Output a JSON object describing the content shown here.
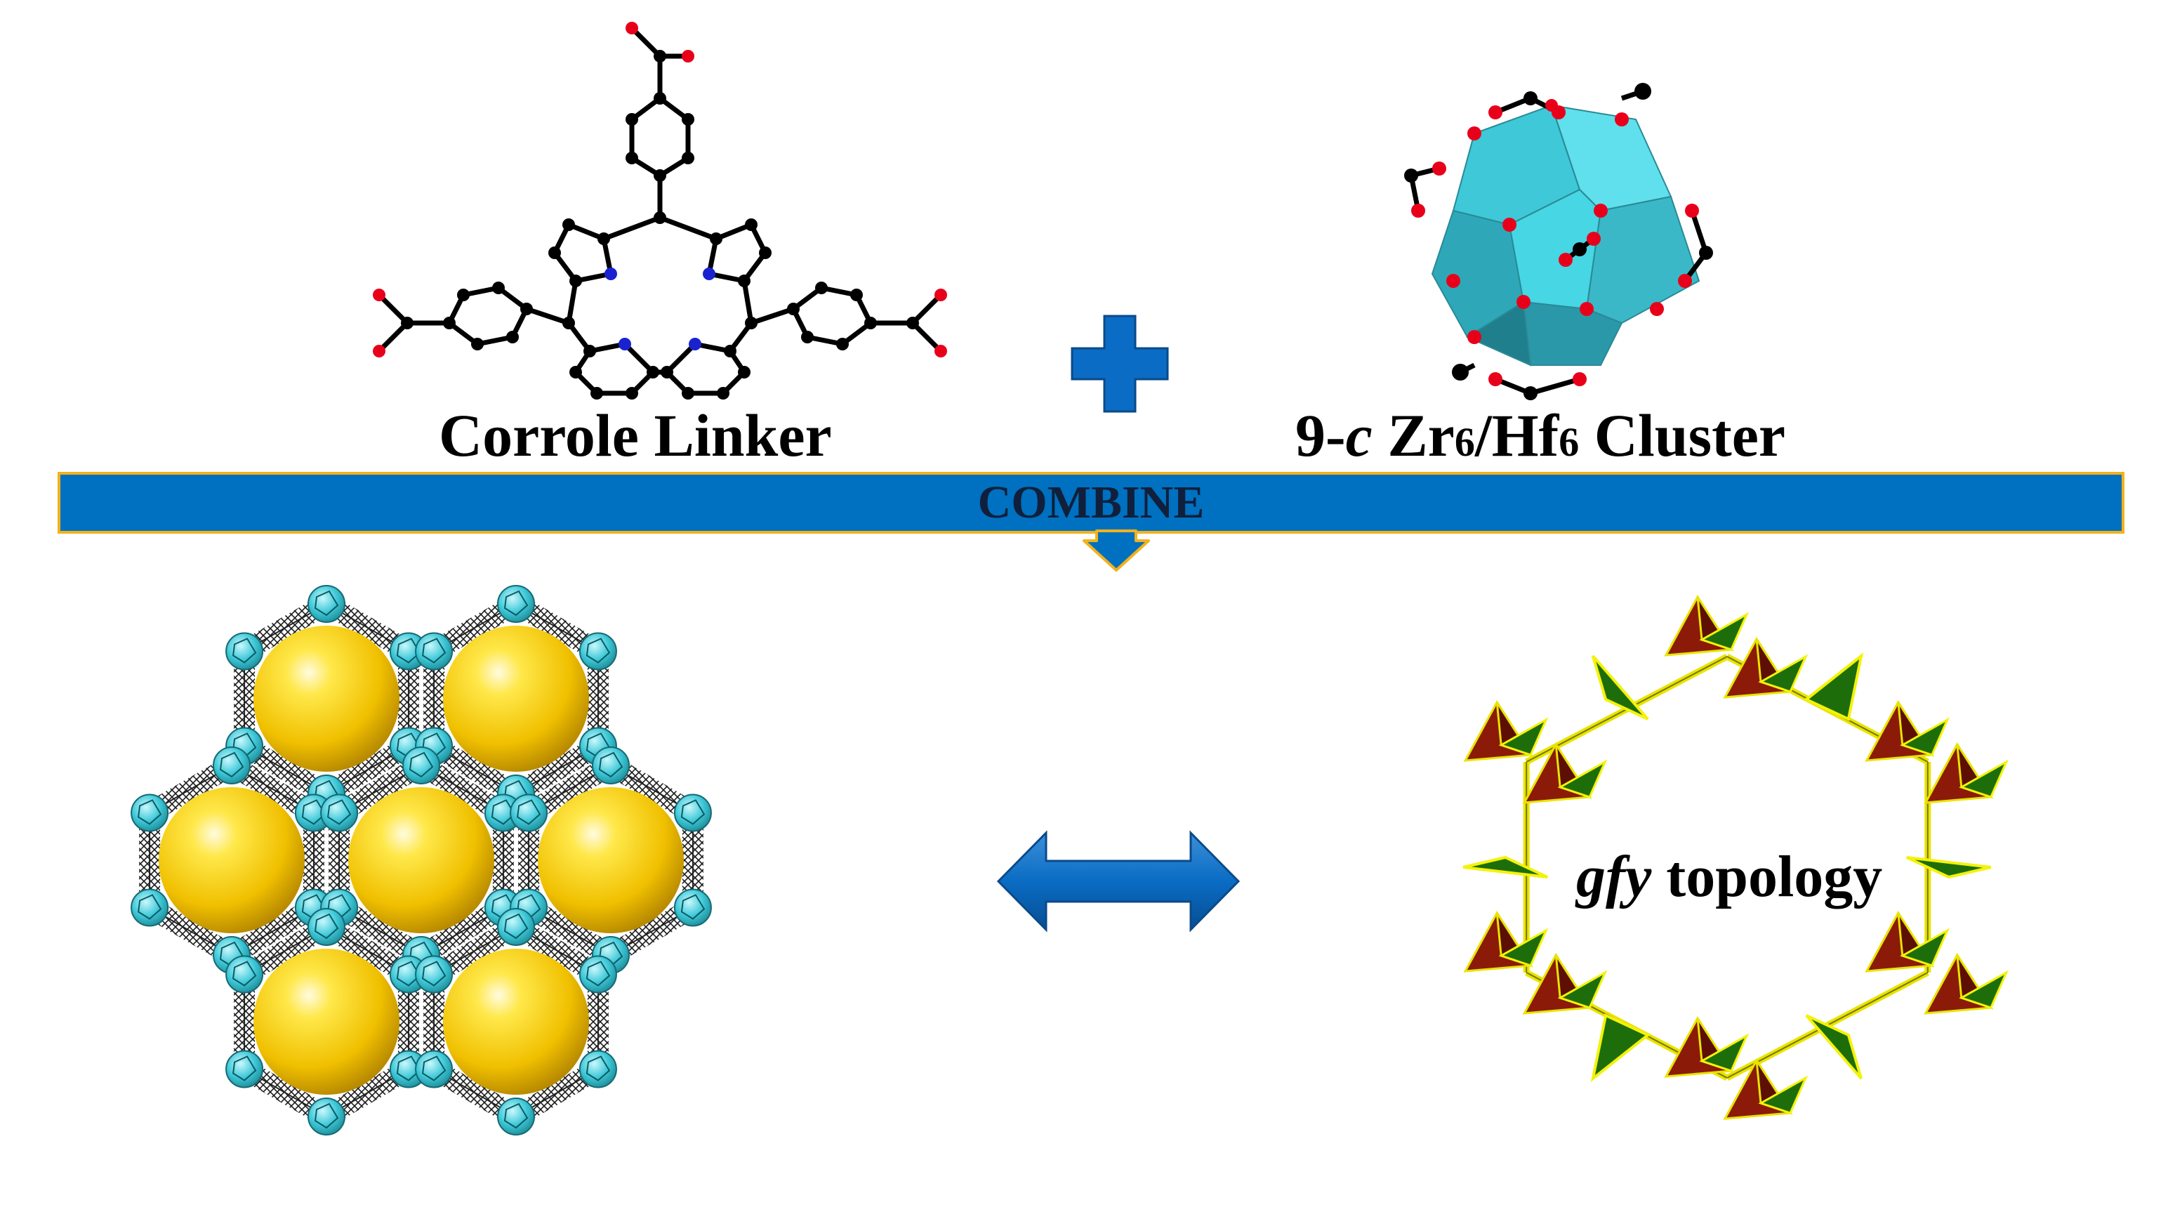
{
  "linker": {
    "caption": "Corrole Linker"
  },
  "cluster": {
    "caption_prefix": "9-",
    "caption_italic": "c",
    "caption_rest": " Zr",
    "sub1": "6",
    "caption_mid": "/Hf",
    "sub2": "6",
    "caption_end": " Cluster"
  },
  "combine": {
    "label": "COMBINE"
  },
  "topology": {
    "italic": "gfy",
    "text": " topology"
  },
  "colors": {
    "arrow_blue": "#0a6cc4",
    "bar_border": "#f2b21c",
    "cluster_cyan": "#3ec8d8",
    "pore_yellow": "#f3c80d",
    "tetra_red": "#8b1a08",
    "tetra_green": "#1d6e0a",
    "net_yellow": "#f4f20a",
    "oxygen_red": "#e8001a",
    "nitrogen_blue": "#1a22d0"
  }
}
